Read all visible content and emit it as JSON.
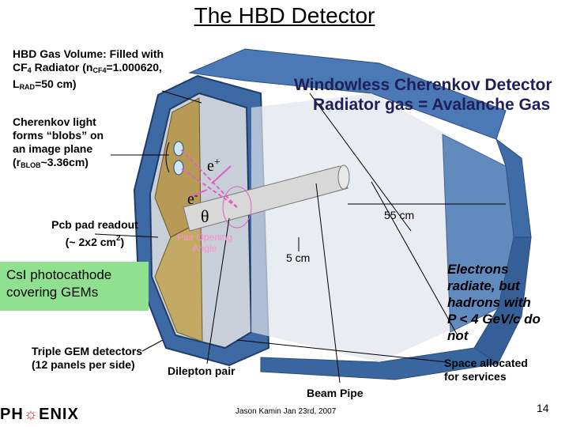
{
  "title": "The HBD Detector",
  "labels": {
    "hbd_gas_1": "HBD Gas Volume: Filled with",
    "hbd_gas_2a": "CF",
    "hbd_gas_2b": "4",
    "hbd_gas_2c": " Radiator (n",
    "hbd_gas_2d": "CF4",
    "hbd_gas_2e": "=1.000620,",
    "hbd_gas_3a": "L",
    "hbd_gas_3b": "RAD",
    "hbd_gas_3c": "=50 cm)",
    "cherenkov_1": "Cherenkov light",
    "cherenkov_2": "forms “blobs” on",
    "cherenkov_3": "an image plane",
    "cherenkov_4a": "(r",
    "cherenkov_4b": "BLOB",
    "cherenkov_4c": "~3.36cm)",
    "pcb_1": "Pcb pad readout",
    "pcb_2a": "(~ 2x2 cm",
    "pcb_2b": "2",
    "pcb_2c": ")",
    "csi_1": "CsI photocathode",
    "csi_2": "covering GEMs",
    "triple_gem_1": "Triple GEM detectors",
    "triple_gem_2": "(12 panels per side)",
    "dilepton": "Dilepton pair",
    "beam_pipe": "Beam Pipe",
    "five_cm": "5 cm",
    "fiftyfive_cm": "55 cm",
    "space_1": "Space allocated",
    "space_2": "for services",
    "electrons_1": "Electrons",
    "electrons_2": "radiate, but",
    "electrons_3": "hadrons with",
    "electrons_4": "P < 4 GeV/c do",
    "electrons_5": "not",
    "windowless_1": "Windowless Cherenkov Detector",
    "windowless_2": "Radiator gas = Avalanche Gas",
    "pair_angle_1": "Pair Opening",
    "pair_angle_2": "Angle",
    "e_plus_base": "e",
    "e_plus_sup": "+",
    "e_minus_base": "e",
    "e_minus_sup": "-",
    "theta": "θ"
  },
  "footer": {
    "author": "Jason Kamin Jan 23rd, 2007",
    "page": "14",
    "logo_a": "PH",
    "logo_b": "ENIX"
  },
  "colors": {
    "detector_blue": "#3d6aa4",
    "detector_dark": "#264a7a",
    "gem_panel": "#b79a55",
    "csi_box": "#8fe08f",
    "pair_pink": "#e060c0",
    "windowless_text": "#1f1f5a"
  }
}
